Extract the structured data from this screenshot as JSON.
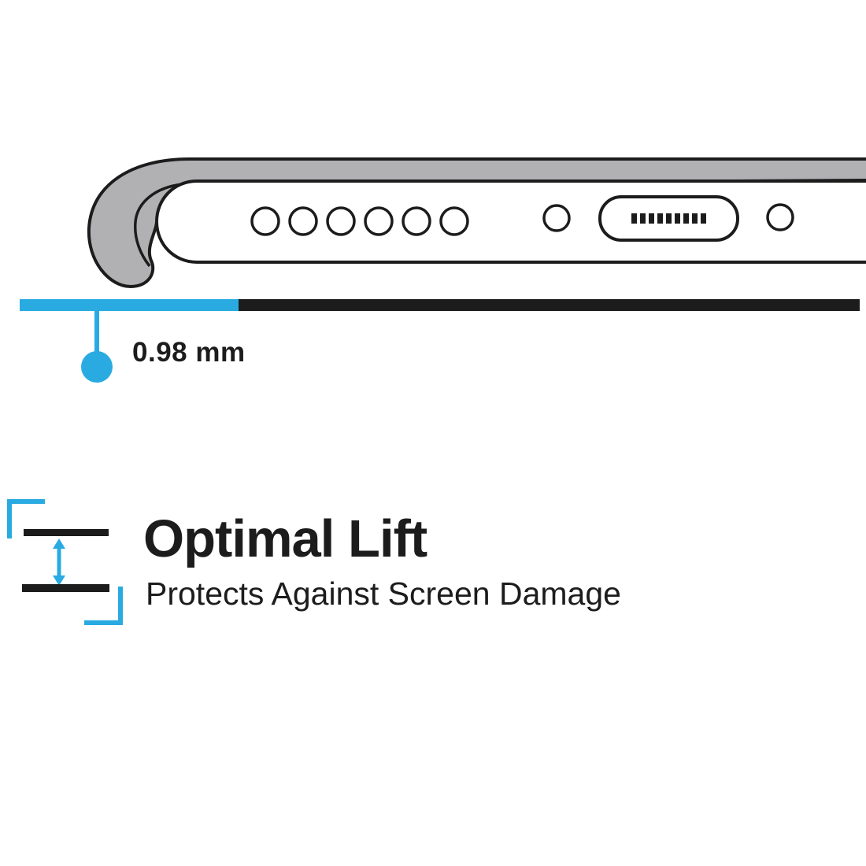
{
  "colors": {
    "accent": "#29ABE2",
    "ink": "#1C1C1C",
    "case_gray": "#B1B1B4"
  },
  "measurement": {
    "value": "0.98 mm"
  },
  "feature": {
    "title": "Optimal Lift",
    "subtitle": "Protects Against Screen Damage"
  },
  "illustration": {
    "speaker_holes": 6,
    "port_pins": 9
  }
}
